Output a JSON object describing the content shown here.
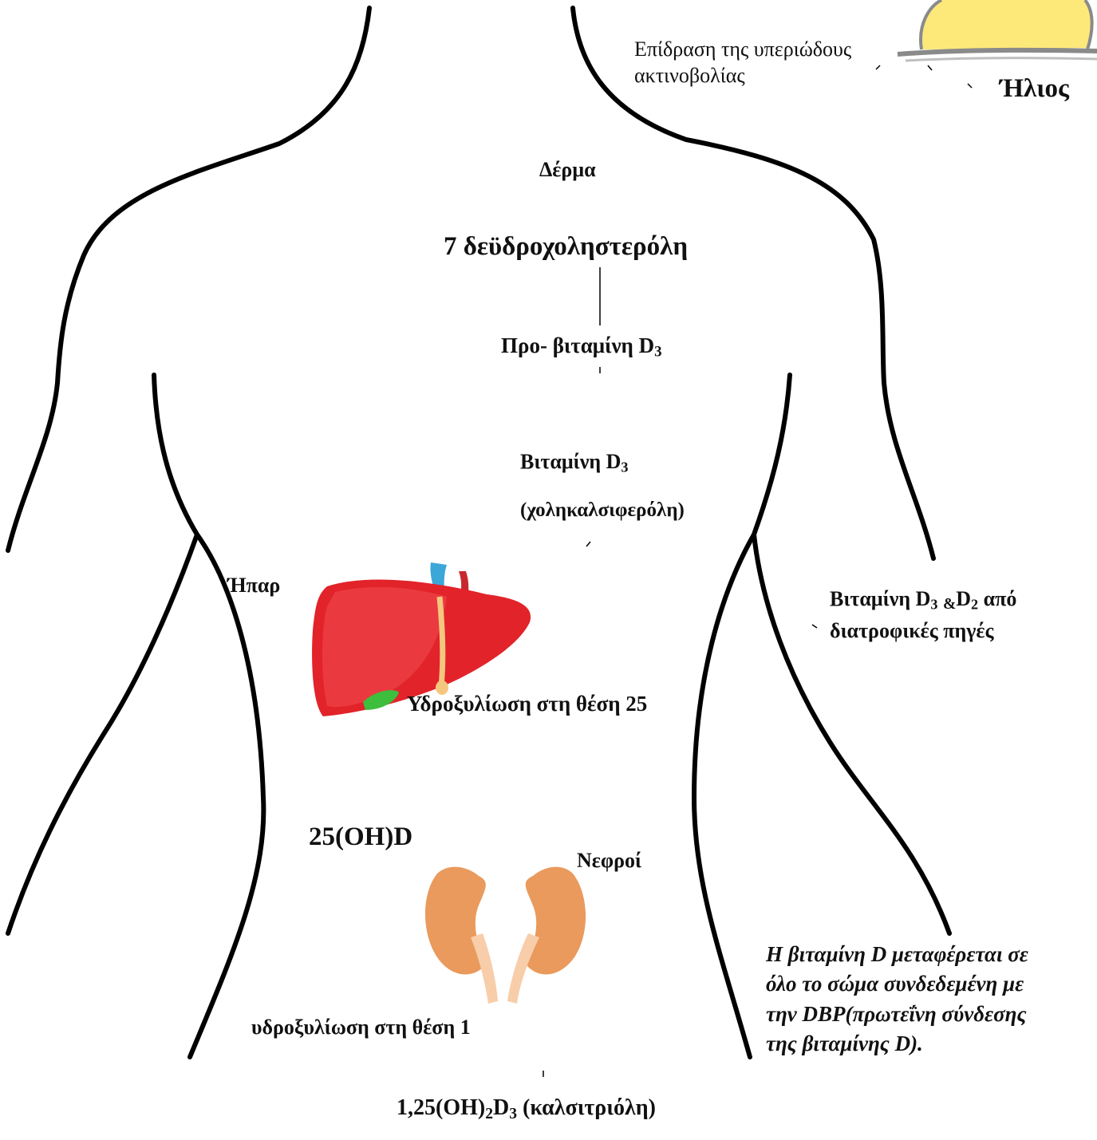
{
  "sun": {
    "label": "Ήλιος"
  },
  "uv": {
    "line1": "Επίδραση της υπεριώδους",
    "line2": "ακτινοβολίας"
  },
  "skin": {
    "label": "Δέρμα"
  },
  "dehydro": {
    "label": "7 δεϋδροχοληστερόλη"
  },
  "previtamin": {
    "text": "Προ- βιταμίνη D",
    "sub": "3"
  },
  "vitamin_d3": {
    "text": "Βιταμίνη D",
    "sub": "3",
    "alt": "(χοληκαλσιφερόλη)"
  },
  "liver": {
    "label": "Ήπαρ"
  },
  "diet": {
    "t1": "Βιταμίνη D",
    "s1": "3",
    "amp": "&",
    "t2": "D",
    "s2": "2",
    "t3": " από",
    "line2": "διατροφικές πηγές"
  },
  "hydrox25": {
    "label": "Υδροξυλίωση στη θέση 25"
  },
  "calcidiol": {
    "label": "25(OH)D"
  },
  "kidneys": {
    "label": "Νεφροί"
  },
  "hydrox1": {
    "label": "υδροξυλίωση στη θέση 1"
  },
  "dbp_note": {
    "line1": "Η βιταμίνη D μεταφέρεται σε",
    "line2": "όλο το σώμα συνδεδεμένη με",
    "line3": "την DBP(πρωτεΐνη σύνδεσης",
    "line4": "της βιταμίνης D)."
  },
  "calcitriol": {
    "t1": "1,25(OH)",
    "s1": "2",
    "t2": "D",
    "s2": "3",
    "t3": " (καλσιτριόλη)"
  },
  "colors": {
    "sun": "#FDE87A",
    "liver": "#E2232A",
    "gallbladder": "#3DBE3D",
    "vein": "#3BA7D9",
    "kidney": "#E99A5C",
    "ureter": "#F8CDAA"
  }
}
